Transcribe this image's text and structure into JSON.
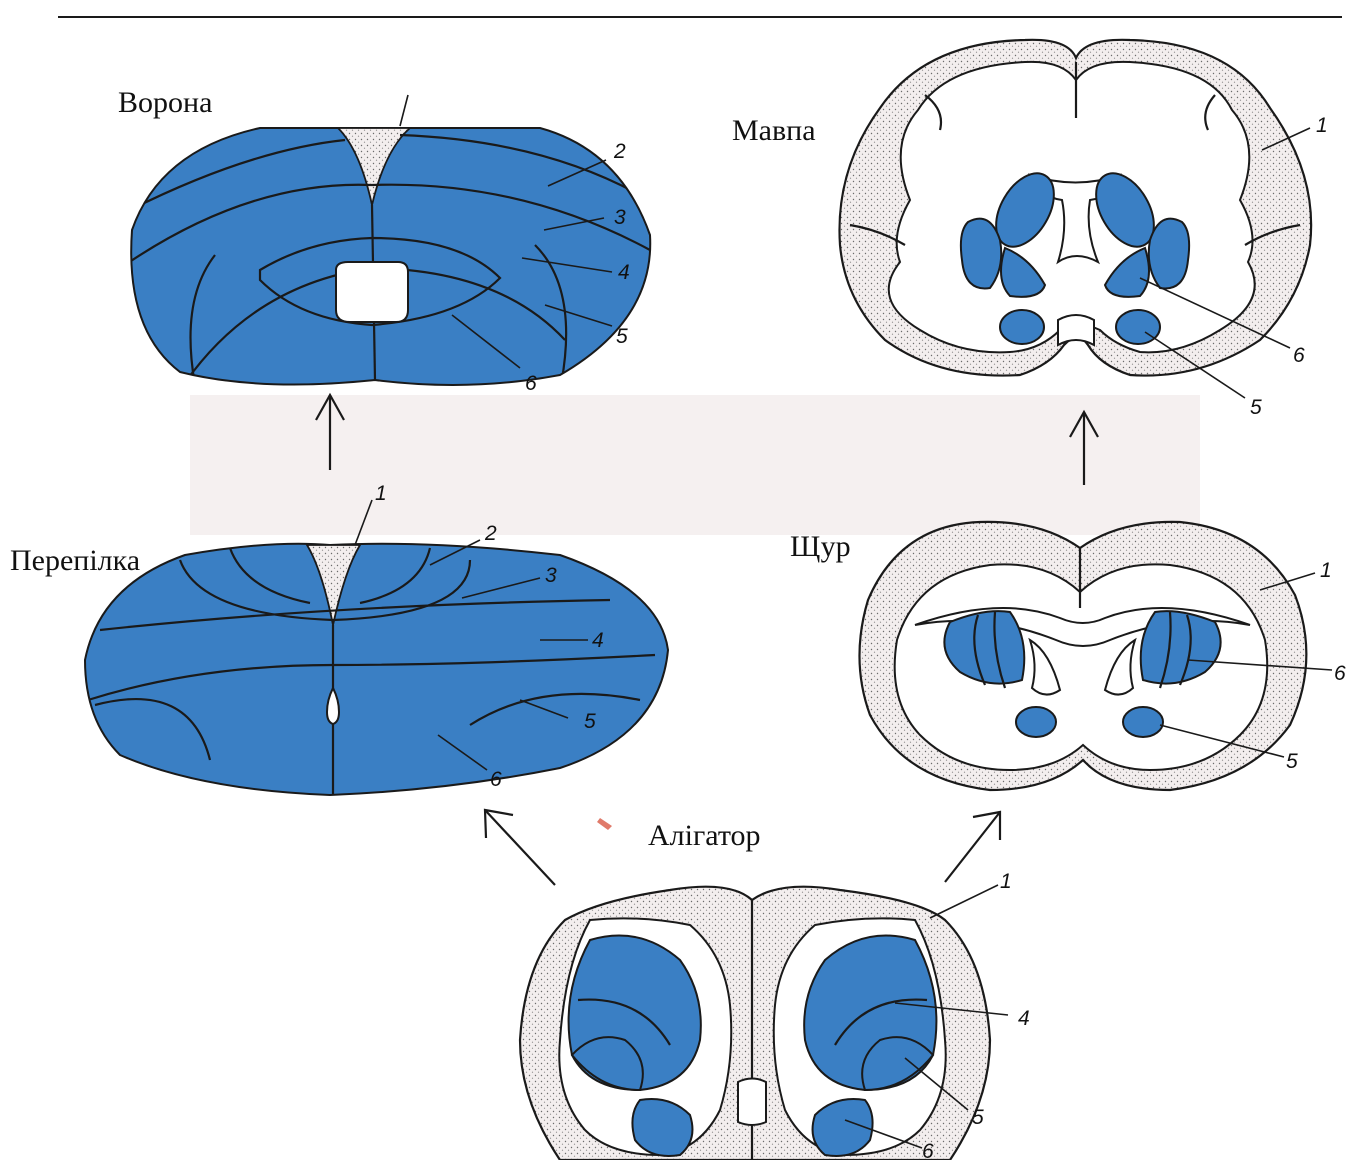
{
  "colors": {
    "region_fill": "#3a7fc4",
    "cortex_fill": "#f3eeee",
    "outline": "#1a1a1a"
  },
  "labels": {
    "crow": "Ворона",
    "monkey": "Мавпа",
    "quail": "Перепілка",
    "rat": "Щур",
    "alligator": "Алігатор"
  },
  "numbers": {
    "crow": [
      "2",
      "3",
      "4",
      "5",
      "6"
    ],
    "monkey": [
      "1",
      "6",
      "5"
    ],
    "quail": [
      "1",
      "2",
      "3",
      "4",
      "5",
      "6"
    ],
    "rat": [
      "1",
      "6",
      "5"
    ],
    "alligator": [
      "1",
      "4",
      "5",
      "6"
    ]
  }
}
